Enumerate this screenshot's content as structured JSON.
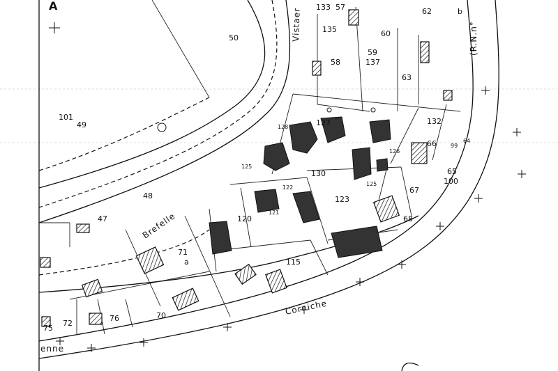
{
  "map": {
    "sheet_letter": "A",
    "streets": [
      {
        "id": "vistaero",
        "text": "Vistaer"
      },
      {
        "id": "brefelle",
        "text": "Brefelle"
      },
      {
        "id": "corniche",
        "text": "Corniche"
      },
      {
        "id": "enne",
        "text": "enne"
      },
      {
        "id": "rn",
        "text": "(R.N.n°"
      }
    ],
    "parcels": [
      {
        "id": "133",
        "text": "133"
      },
      {
        "id": "57",
        "text": "57"
      },
      {
        "id": "135",
        "text": "135"
      },
      {
        "id": "62",
        "text": "62"
      },
      {
        "id": "b",
        "text": "b"
      },
      {
        "id": "50",
        "text": "50"
      },
      {
        "id": "60",
        "text": "60"
      },
      {
        "id": "58",
        "text": "58"
      },
      {
        "id": "59",
        "text": "59"
      },
      {
        "id": "137",
        "text": "137"
      },
      {
        "id": "63",
        "text": "63"
      },
      {
        "id": "101",
        "text": "101"
      },
      {
        "id": "49",
        "text": "49"
      },
      {
        "id": "132",
        "text": "132"
      },
      {
        "id": "127",
        "text": "127"
      },
      {
        "id": "128",
        "text": "128"
      },
      {
        "id": "66",
        "text": "66"
      },
      {
        "id": "126",
        "text": "126"
      },
      {
        "id": "125",
        "text": "125"
      },
      {
        "id": "130",
        "text": "130"
      },
      {
        "id": "99",
        "text": "99"
      },
      {
        "id": "64",
        "text": "64"
      },
      {
        "id": "65",
        "text": "65"
      },
      {
        "id": "100",
        "text": "100"
      },
      {
        "id": "48",
        "text": "48"
      },
      {
        "id": "122",
        "text": "122"
      },
      {
        "id": "123",
        "text": "123"
      },
      {
        "id": "125b",
        "text": "125"
      },
      {
        "id": "67",
        "text": "67"
      },
      {
        "id": "47",
        "text": "47"
      },
      {
        "id": "120",
        "text": "120"
      },
      {
        "id": "121",
        "text": "121"
      },
      {
        "id": "68",
        "text": "68"
      },
      {
        "id": "71",
        "text": "71"
      },
      {
        "id": "a",
        "text": "a"
      },
      {
        "id": "115",
        "text": "115"
      },
      {
        "id": "70",
        "text": "70"
      },
      {
        "id": "75",
        "text": "75"
      },
      {
        "id": "72",
        "text": "72"
      },
      {
        "id": "76",
        "text": "76"
      }
    ]
  }
}
